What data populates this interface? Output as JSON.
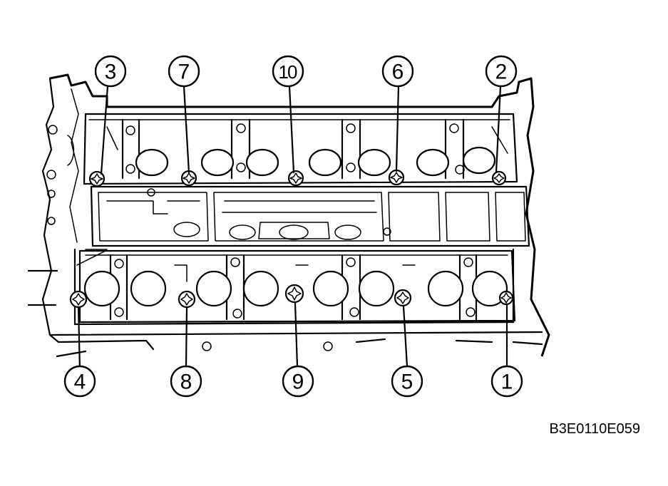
{
  "diagram": {
    "figure_code": "B3E0110E059",
    "callouts_upper": [
      {
        "label": "3",
        "name": "callout-3"
      },
      {
        "label": "7",
        "name": "callout-7"
      },
      {
        "label": "10",
        "name": "callout-10"
      },
      {
        "label": "6",
        "name": "callout-6"
      },
      {
        "label": "2",
        "name": "callout-2"
      }
    ],
    "callouts_lower": [
      {
        "label": "4",
        "name": "callout-4"
      },
      {
        "label": "8",
        "name": "callout-8"
      },
      {
        "label": "9",
        "name": "callout-9"
      },
      {
        "label": "5",
        "name": "callout-5"
      },
      {
        "label": "1",
        "name": "callout-1"
      }
    ]
  }
}
